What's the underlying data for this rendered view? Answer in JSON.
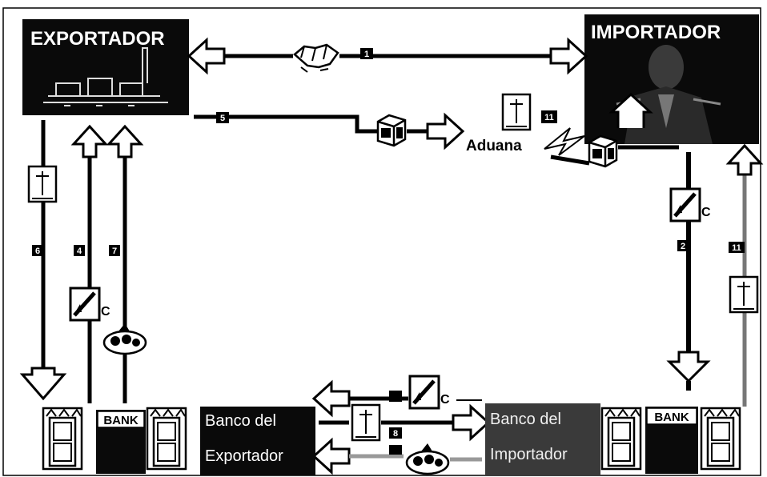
{
  "nodes": {
    "exporter": {
      "label": "EXPORTADOR"
    },
    "importer": {
      "label": "IMPORTADOR"
    },
    "customs": {
      "label": "Aduana"
    },
    "exporter_bank": {
      "label_line1": "Banco del",
      "label_line2": "Exportador",
      "bank_sign": "BANK"
    },
    "importer_bank": {
      "label_line1": "Banco del",
      "label_line2": "Importador",
      "bank_sign": "BANK"
    }
  },
  "step_badges": [
    "1",
    "2",
    "4",
    "5",
    "6",
    "7",
    "8",
    "11",
    "11"
  ],
  "colors": {
    "background": "#ffffff",
    "line": "#000000",
    "panel": "#0a0a0a",
    "light_panel": "#f0f0f0"
  },
  "icons": [
    "handshake-icon",
    "document-icon",
    "letter-of-credit-icon",
    "money-bag-icon",
    "package-icon",
    "bank-building-icon"
  ]
}
